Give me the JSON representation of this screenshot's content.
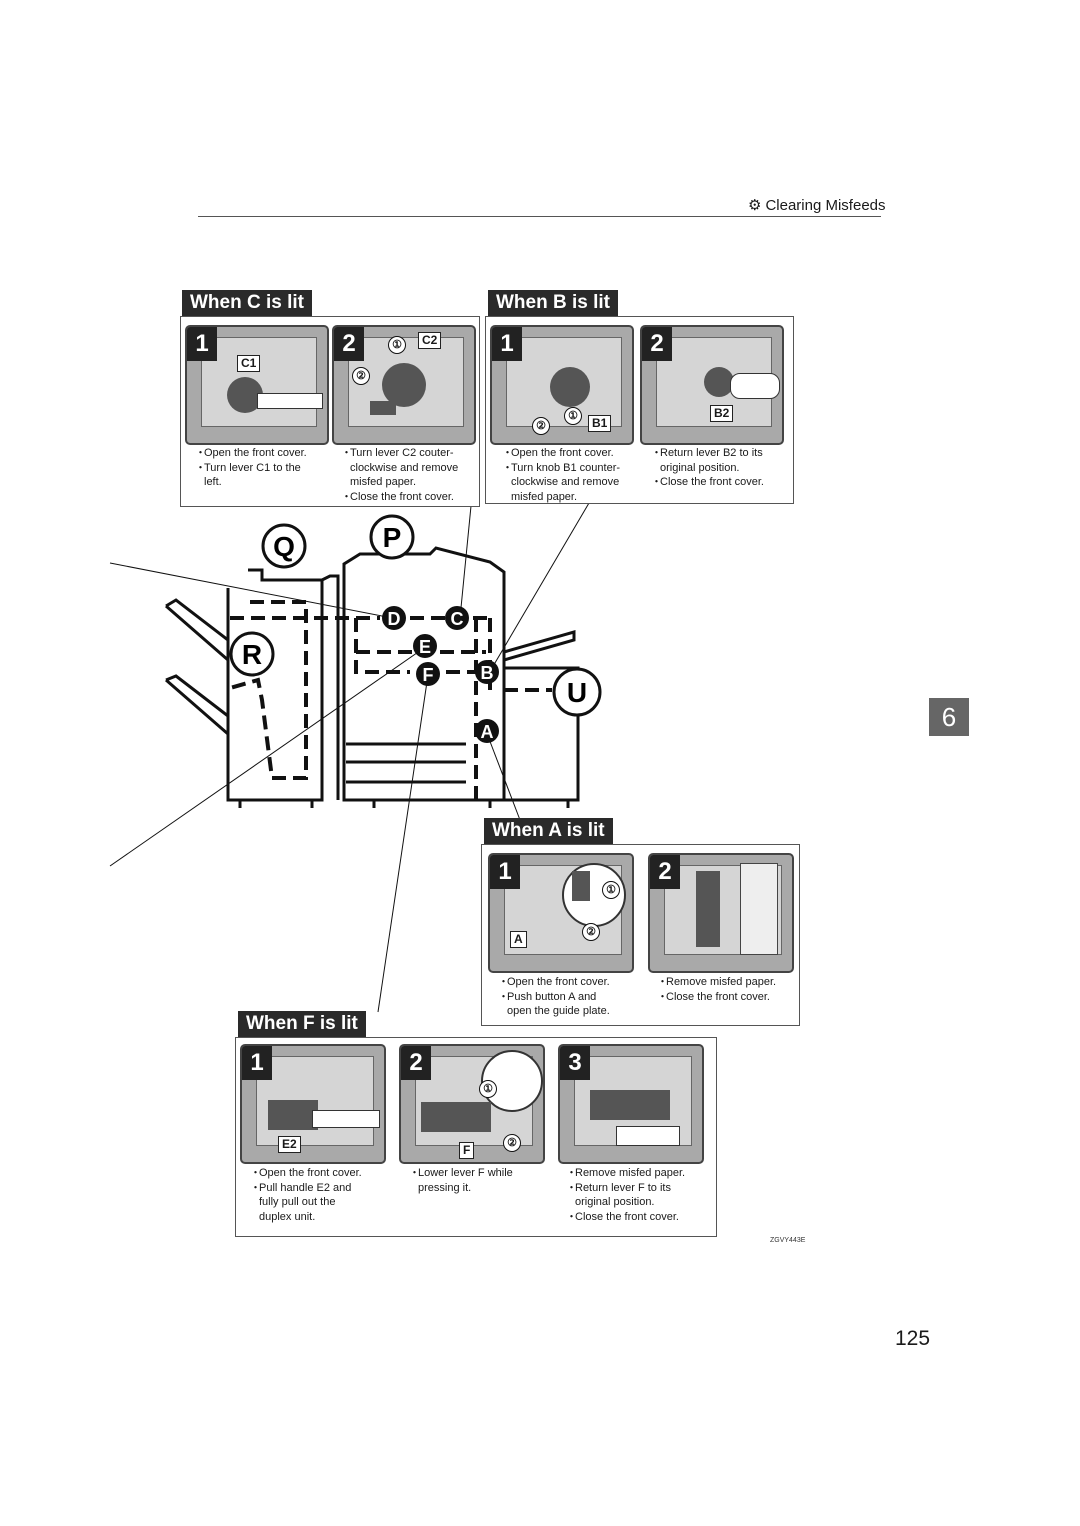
{
  "header": {
    "title": "Clearing Misfeeds",
    "icon": "wrench-paper-icon"
  },
  "chapter_tab": "6",
  "page_number": "125",
  "figure_code": "ZGVY443E",
  "machine_labels": [
    "Q",
    "P",
    "R",
    "D",
    "C",
    "E",
    "F",
    "B",
    "U",
    "A"
  ],
  "sections": {
    "c": {
      "title": "When C is lit",
      "steps": [
        {
          "num": "1",
          "labels": [
            "C1"
          ],
          "lines": [
            "Open the front cover.",
            "Turn lever C1 to the",
            "left."
          ],
          "bullets": [
            true,
            true,
            false
          ]
        },
        {
          "num": "2",
          "labels": [
            "C2"
          ],
          "circles": [
            "①",
            "②"
          ],
          "lines": [
            "Turn lever C2 couter-",
            "clockwise and remove",
            "misfed paper.",
            "Close the front cover."
          ],
          "bullets": [
            true,
            false,
            false,
            true
          ]
        }
      ]
    },
    "b": {
      "title": "When B is lit",
      "steps": [
        {
          "num": "1",
          "labels": [
            "B1"
          ],
          "circles": [
            "②",
            "①"
          ],
          "lines": [
            "Open the front cover.",
            "Turn knob B1 counter-",
            "clockwise and remove",
            "misfed paper."
          ],
          "bullets": [
            true,
            true,
            false,
            false
          ]
        },
        {
          "num": "2",
          "labels": [
            "B2"
          ],
          "lines": [
            "Return lever B2 to its",
            "original position.",
            "Close the front cover."
          ],
          "bullets": [
            true,
            false,
            true
          ]
        }
      ]
    },
    "a": {
      "title": "When A is lit",
      "steps": [
        {
          "num": "1",
          "labels": [
            "A"
          ],
          "circles": [
            "①",
            "②"
          ],
          "lines": [
            "Open the front cover.",
            "Push button A and",
            "open the guide plate."
          ],
          "bullets": [
            true,
            true,
            false
          ]
        },
        {
          "num": "2",
          "lines": [
            "Remove misfed paper.",
            "Close the front cover."
          ],
          "bullets": [
            true,
            true
          ]
        }
      ]
    },
    "f": {
      "title": "When F is lit",
      "steps": [
        {
          "num": "1",
          "labels": [
            "E2"
          ],
          "lines": [
            "Open the front cover.",
            "Pull handle E2 and",
            "fully pull out the",
            "duplex unit."
          ],
          "bullets": [
            true,
            true,
            false,
            false
          ]
        },
        {
          "num": "2",
          "labels": [
            "F"
          ],
          "circles": [
            "①",
            "②"
          ],
          "lines": [
            "Lower lever F while",
            "pressing it."
          ],
          "bullets": [
            true,
            false
          ]
        },
        {
          "num": "3",
          "lines": [
            "Remove misfed paper.",
            "Return lever F to its",
            "original position.",
            "Close the front cover."
          ],
          "bullets": [
            true,
            true,
            false,
            true
          ]
        }
      ]
    }
  }
}
